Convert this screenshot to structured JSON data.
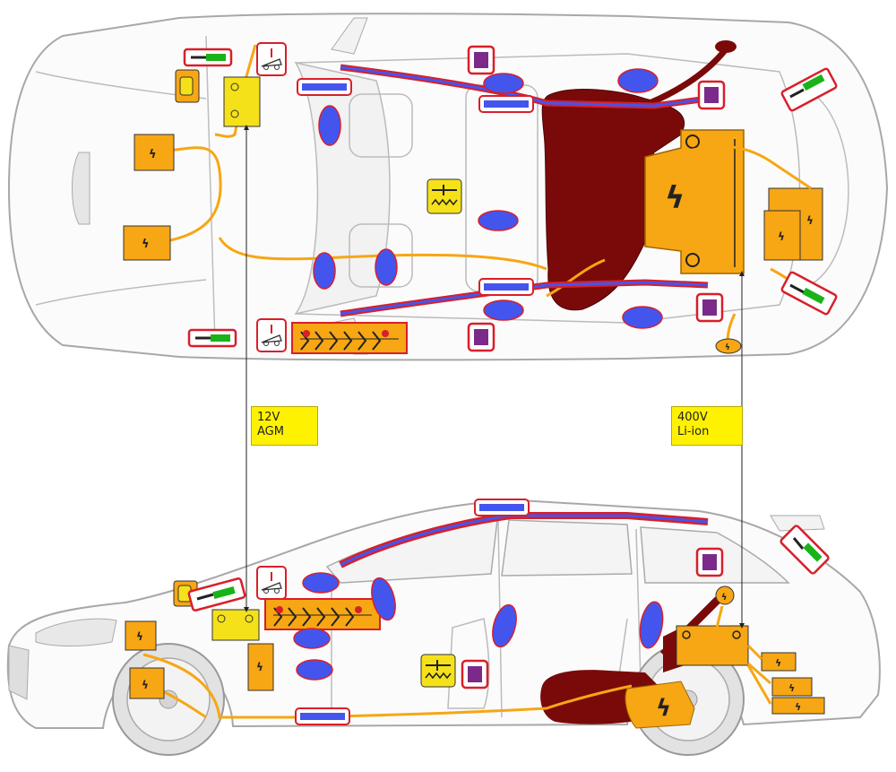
{
  "labels": {
    "battery_12v": {
      "line1": "12V",
      "line2": "AGM"
    },
    "battery_400v": {
      "line1": "400V",
      "line2": "Li-ion"
    }
  },
  "colors": {
    "outline": "#9a9a9a",
    "hv_component": "#f7a614",
    "hv_cable": "#f7a614",
    "fuel_tank": "#7a0a0a",
    "airbag": "#4455ee",
    "airbag_border": "#d81f2a",
    "gas_generator": "#7b2a8a",
    "strut": "#19b319",
    "battery_12v": "#f5e11a",
    "label_bg": "#fff200"
  },
  "icons": {
    "hv_symbol": "lightning-bolt-icon",
    "gas_strut": "gas-strut-icon",
    "seatbelt_tensioner": "seatbelt-tensioner-icon",
    "hood_lift": "hood-lift-icon",
    "airbag_generator": "airbag-generator-icon",
    "pedestrian_protection": "pedestrian-protection-icon",
    "fuse": "fuse-icon"
  }
}
